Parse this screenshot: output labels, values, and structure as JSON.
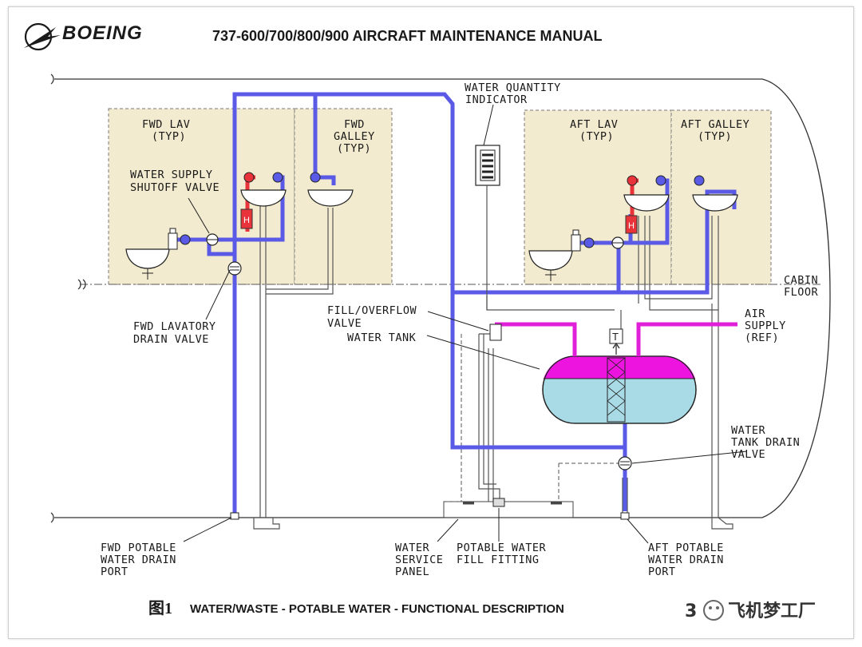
{
  "header": {
    "brand": "BOEING",
    "manual_title": "737-600/700/800/900 AIRCRAFT MAINTENANCE MANUAL"
  },
  "zones": {
    "fwd_lav": [
      "FWD LAV",
      "(TYP)"
    ],
    "fwd_galley": [
      "FWD",
      "GALLEY",
      "(TYP)"
    ],
    "aft_lav": [
      "AFT LAV",
      "(TYP)"
    ],
    "aft_galley": [
      "AFT GALLEY",
      "(TYP)"
    ]
  },
  "labels": {
    "water_quantity_indicator": [
      "WATER QUANTITY",
      "INDICATOR"
    ],
    "water_supply_shutoff_valve": [
      "WATER SUPPLY",
      "SHUTOFF VALVE"
    ],
    "fwd_lavatory_drain_valve": [
      "FWD LAVATORY",
      "DRAIN VALVE"
    ],
    "cabin_floor": [
      "CABIN",
      "FLOOR"
    ],
    "fill_overflow_valve": [
      "FILL/OVERFLOW",
      "VALVE"
    ],
    "water_tank": [
      "WATER TANK"
    ],
    "air_supply": [
      "AIR",
      "SUPPLY",
      "(REF)"
    ],
    "water_tank_drain_valve": [
      "WATER",
      "TANK DRAIN",
      "VALVE"
    ],
    "fwd_potable_water_drain_port": [
      "FWD POTABLE",
      "WATER DRAIN",
      "PORT"
    ],
    "water_service_panel": [
      "WATER",
      "SERVICE",
      "PANEL"
    ],
    "potable_water_fill_fitting": [
      "POTABLE WATER",
      "FILL FITTING"
    ],
    "aft_potable_water_drain_port": [
      "AFT POTABLE",
      "WATER DRAIN",
      "PORT"
    ],
    "transmitter_symbol": "T",
    "heater_symbol": "H"
  },
  "caption": {
    "figure": "图1",
    "text": "WATER/WASTE - POTABLE WATER - FUNCTIONAL DESCRIPTION",
    "ref_partial": "3",
    "watermark": "飞机梦工厂"
  },
  "colors": {
    "supply_line": "#5a5ae6",
    "hot_water_line": "#e8333a",
    "air_line": "#e020d8",
    "tank_water": "#a9dbe6",
    "tank_air": "#ee14e0",
    "zone_fill": "#f2ebcf"
  },
  "icons": {
    "logo": "boeing-logo-icon",
    "valve": "valve-icon",
    "drain_valve": "drain-valve-icon"
  }
}
